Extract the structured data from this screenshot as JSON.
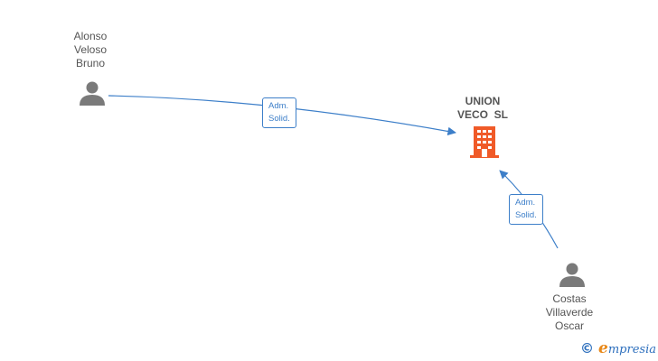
{
  "nodes": {
    "person_top": {
      "lines": [
        "Alonso",
        "Veloso",
        "Bruno"
      ]
    },
    "company": {
      "lines": [
        "UNION",
        "VECO  SL"
      ],
      "color": "#f05a28"
    },
    "person_bottom": {
      "lines": [
        "Costas",
        "Villaverde",
        "Oscar"
      ]
    }
  },
  "edges": [
    {
      "label": [
        "Adm.",
        "Solid."
      ]
    },
    {
      "label": [
        "Adm.",
        "Solid."
      ]
    }
  ],
  "colors": {
    "edge": "#3d7fc9",
    "person_icon": "#7a7a7a",
    "company_icon": "#f05a28"
  },
  "brand": {
    "copyright": "©",
    "first_letter": "e",
    "rest": "mpresia"
  }
}
